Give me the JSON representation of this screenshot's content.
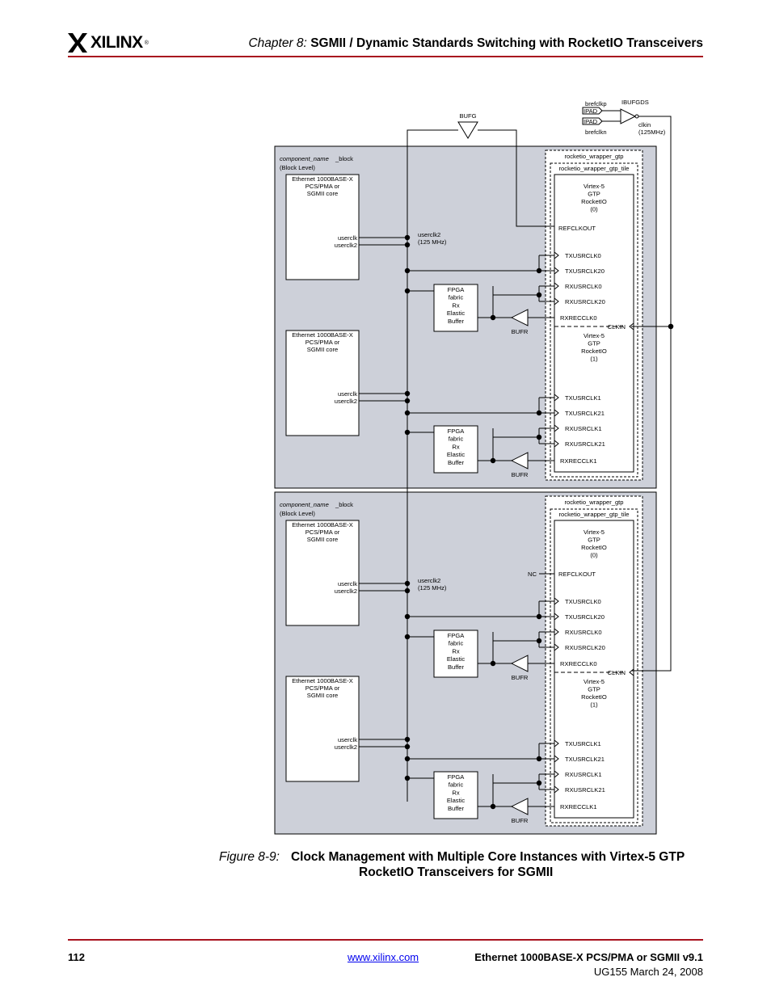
{
  "header": {
    "logo_text": "XILINX",
    "chapter_label": "Chapter 8:",
    "chapter_title": "SGMII / Dynamic Standards Switching with RocketIO Transceivers"
  },
  "figure": {
    "label": "Figure 8-9:",
    "title_line1": "Clock Management with Multiple Core Instances with Virtex-5 GTP",
    "title_line2": "RocketIO Transceivers for SGMII"
  },
  "diagram": {
    "top": {
      "bufg": "BUFG",
      "brefclkp": "brefclkp",
      "brefclkn": "brefclkn",
      "ipad": "IPAD",
      "ibufgds": "IBUFGDS",
      "clkin_line1": "clkin",
      "clkin_line2": "(125MHz)"
    },
    "blocks": [
      {
        "block_name_italic": "component_name",
        "block_name_suffix": "_block",
        "block_level": "(Block Level)",
        "wrapper": "rocketio_wrapper_gtp",
        "wrapper_tile": "rocketio_wrapper_gtp_tile",
        "userclk2_label": "userclk2",
        "userclk2_freq": "(125 MHz)",
        "nc": "",
        "cores": [
          {
            "line1": "Ethernet 1000BASE-X",
            "line2": "PCS/PMA or",
            "line3": "SGMII core",
            "userclk": "userclk",
            "userclk2": "userclk2"
          },
          {
            "line1": "Ethernet 1000BASE-X",
            "line2": "PCS/PMA or",
            "line3": "SGMII core",
            "userclk": "userclk",
            "userclk2": "userclk2"
          }
        ],
        "fabrics": [
          {
            "lines": [
              "FPGA",
              "fabric",
              "Rx",
              "Elastic",
              "Buffer"
            ],
            "bufr": "BUFR"
          },
          {
            "lines": [
              "FPGA",
              "fabric",
              "Rx",
              "Elastic",
              "Buffer"
            ],
            "bufr": "BUFR"
          }
        ],
        "gtp0": [
          "Virtex-5",
          "GTP",
          "RocketIO",
          "(0)"
        ],
        "gtp1": [
          "Virtex-5",
          "GTP",
          "RocketIO",
          "(1)"
        ],
        "refclkout": "REFCLKOUT",
        "ports0": [
          "TXUSRCLK0",
          "TXUSRCLK20",
          "RXUSRCLK0",
          "RXUSRCLK20",
          "RXRECCLK0"
        ],
        "clkin": "CLKIN",
        "ports1": [
          "TXUSRCLK1",
          "TXUSRCLK21",
          "RXUSRCLK1",
          "RXUSRCLK21",
          "RXRECCLK1"
        ]
      },
      {
        "block_name_italic": "component_name",
        "block_name_suffix": "_block",
        "block_level": "(Block Level)",
        "wrapper": "rocketio_wrapper_gtp",
        "wrapper_tile": "rocketio_wrapper_gtp_tile",
        "userclk2_label": "userclk2",
        "userclk2_freq": "(125 MHz)",
        "nc": "NC",
        "cores": [
          {
            "line1": "Ethernet 1000BASE-X",
            "line2": "PCS/PMA or",
            "line3": "SGMII core",
            "userclk": "userclk",
            "userclk2": "userclk2"
          },
          {
            "line1": "Ethernet 1000BASE-X",
            "line2": "PCS/PMA or",
            "line3": "SGMII core",
            "userclk": "userclk",
            "userclk2": "userclk2"
          }
        ],
        "fabrics": [
          {
            "lines": [
              "FPGA",
              "fabric",
              "Rx",
              "Elastic",
              "Buffer"
            ],
            "bufr": "BUFR"
          },
          {
            "lines": [
              "FPGA",
              "fabric",
              "Rx",
              "Elastic",
              "Buffer"
            ],
            "bufr": "BUFR"
          }
        ],
        "gtp0": [
          "Virtex-5",
          "GTP",
          "RocketIO",
          "(0)"
        ],
        "gtp1": [
          "Virtex-5",
          "GTP",
          "RocketIO",
          "(1)"
        ],
        "refclkout": "REFCLKOUT",
        "ports0": [
          "TXUSRCLK0",
          "TXUSRCLK20",
          "RXUSRCLK0",
          "RXUSRCLK20",
          "RXRECCLK0"
        ],
        "clkin": "CLKIN",
        "ports1": [
          "TXUSRCLK1",
          "TXUSRCLK21",
          "RXUSRCLK1",
          "RXUSRCLK21",
          "RXRECCLK1"
        ]
      }
    ]
  },
  "footer": {
    "page_number": "112",
    "website": "www.xilinx.com",
    "doc_title": "Ethernet 1000BASE-X PCS/PMA or SGMII v9.1",
    "doc_id": "UG155 March 24, 2008"
  },
  "colors": {
    "rule": "#a8121e",
    "panel": "#cdd0d9"
  }
}
